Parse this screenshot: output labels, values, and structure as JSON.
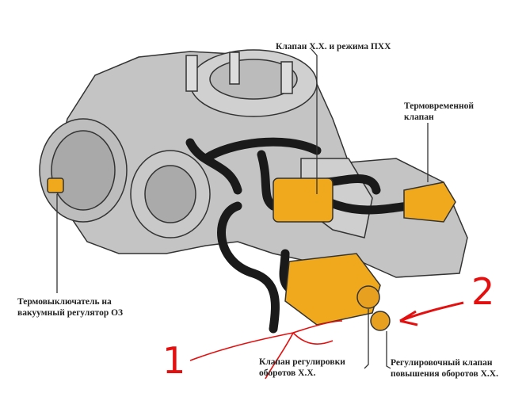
{
  "labels": {
    "idle_valve": "Клапан Х.Х. и режима ПХХ",
    "thermo_time_valve_1": "Термовременной",
    "thermo_time_valve_2": "клапан",
    "thermo_switch_1": "Термовыключатель на",
    "thermo_switch_2": "вакуумный регулятор ОЗ",
    "idle_adjust_1": "Клапан регулировки",
    "idle_adjust_2": "оборотов Х.Х.",
    "idle_raise_1": "Регулировочный клапан",
    "idle_raise_2": "повышения оборотов Х.Х."
  },
  "annotations": {
    "one": "1",
    "two": "2"
  },
  "colors": {
    "valve": "#f0a81c",
    "hose": "#1a1a1a",
    "body": "#b8b8b8",
    "annotation": "#e41010"
  }
}
